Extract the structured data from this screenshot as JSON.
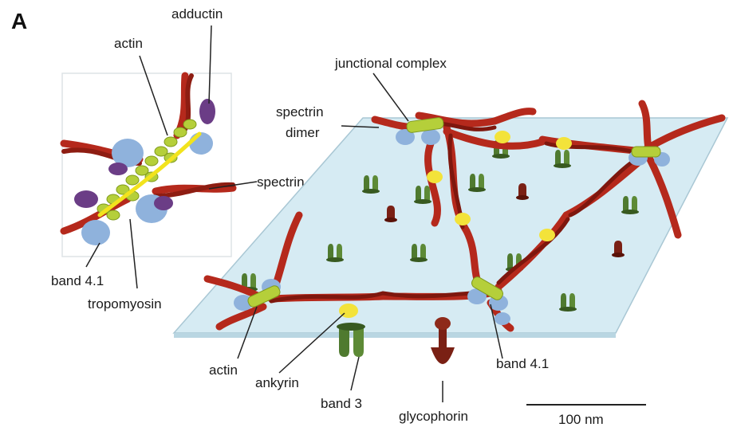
{
  "panel_letter": "A",
  "labels": {
    "adductin": "adductin",
    "actin_inset": "actin",
    "spectrin": "spectrin",
    "band41_inset": "band 4.1",
    "tropomyosin": "tropomyosin",
    "junctional_complex": "junctional complex",
    "spectrin_dimer_line1": "spectrin",
    "spectrin_dimer_line2": "dimer",
    "actin_main": "actin",
    "ankyrin": "ankyrin",
    "band3": "band 3",
    "glycophorin": "glycophorin",
    "band41_main": "band 4.1"
  },
  "scale_bar": {
    "label": "100 nm"
  },
  "colors": {
    "spectrin": "#b5291c",
    "spectrin_dark": "#7e170e",
    "actin": "#b5cf3a",
    "band41": "#8fb2dc",
    "adductin": "#6b3d86",
    "tropomyosin": "#f2e31d",
    "ankyrin": "#f3e33a",
    "band3": "#4f7a2f",
    "glycophorin": "#7a2014",
    "membrane": "#d6ebf3",
    "membrane_edge": "#a9c7d4"
  }
}
